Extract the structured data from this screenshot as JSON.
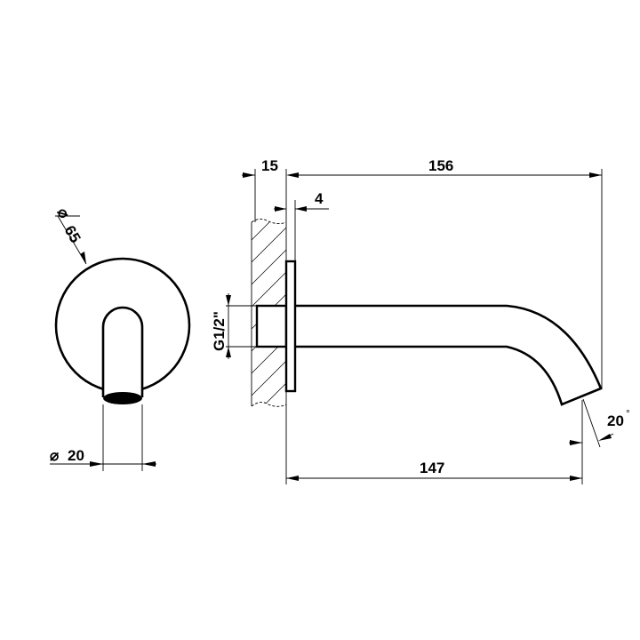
{
  "drawing": {
    "type": "technical-drawing",
    "subject": "wall-mounted spout",
    "views": [
      "front-view",
      "side-view"
    ],
    "line_color": "#000000",
    "background": "#ffffff"
  },
  "dimensions": {
    "rosette_diameter": "65",
    "spout_diameter": "20",
    "wall_depth": "15",
    "projection_total": "156",
    "rosette_thickness": "4",
    "thread": "G1/2\"",
    "projection_outlet": "147",
    "outlet_angle": "20",
    "degree_symbol": "°",
    "diameter_symbol": "⌀"
  }
}
